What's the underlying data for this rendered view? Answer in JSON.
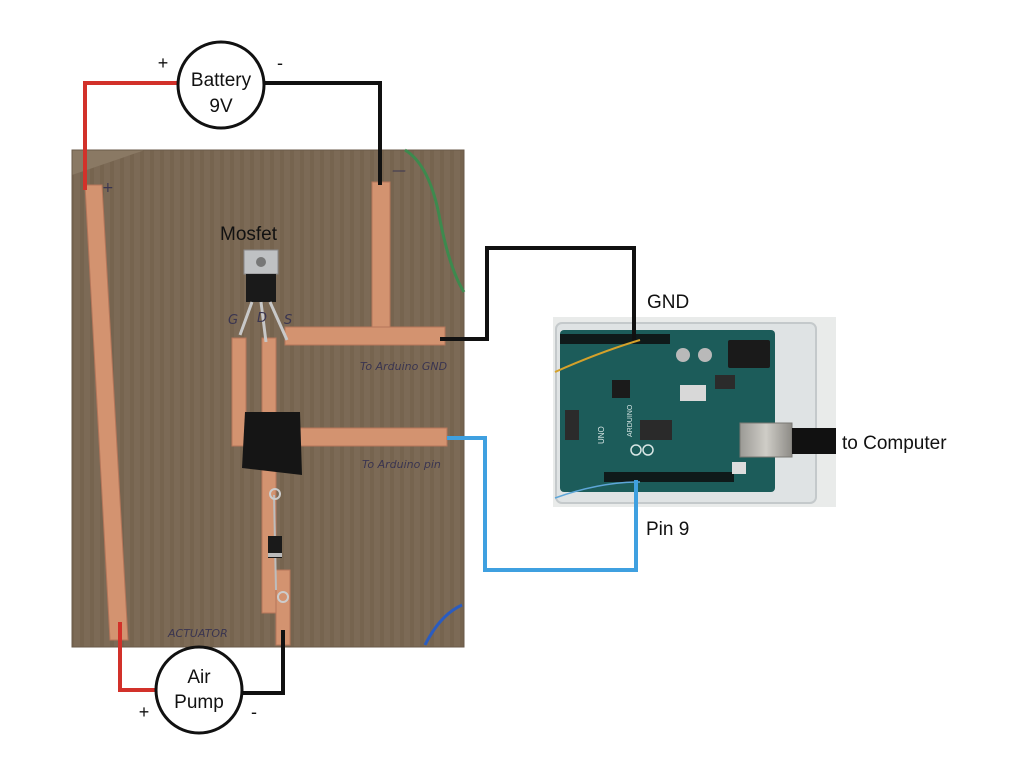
{
  "labels": {
    "battery_line1": "Battery",
    "battery_line2": "9V",
    "battery_plus": "+",
    "battery_minus": "-",
    "pump_line1": "Air",
    "pump_line2": "Pump",
    "pump_plus": "+",
    "pump_minus": "-",
    "mosfet": "Mosfet",
    "gnd": "GND",
    "pin9": "Pin 9",
    "to_computer": "to Computer"
  },
  "board_handwriting": {
    "plus": "+",
    "minus": "—",
    "gate": "G",
    "drain": "D",
    "source": "S",
    "to_gnd": "To Arduino GND",
    "to_pin": "To Arduino pin",
    "actuator": "ACTUATOR"
  },
  "arduino_print": {
    "brand": "ARDUINO",
    "model": "UNO"
  },
  "colors": {
    "positive_wire": "#d2312a",
    "ground_wire": "#111111",
    "signal_wire": "#3fa0e0",
    "cardboard": "#7c6a56",
    "copper": "#d39370",
    "arduino_board": "#1c5c5a",
    "arduino_photo_bg": "#e9ebea"
  }
}
